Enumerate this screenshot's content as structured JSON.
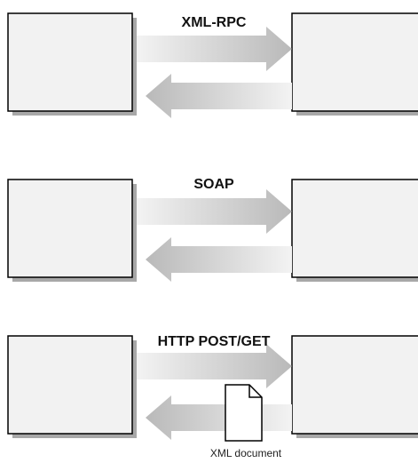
{
  "diagram": {
    "rows": [
      {
        "label": "XML-RPC"
      },
      {
        "label": "SOAP"
      },
      {
        "label": "HTTP POST/GET",
        "payload_label": "XML document"
      }
    ],
    "colors": {
      "box_fill": "#f2f2f2",
      "box_stroke": "#000000",
      "shadow": "#a8a8a8",
      "arrow_light": "#f1f1f1",
      "arrow_dark": "#bdbdbd"
    }
  }
}
